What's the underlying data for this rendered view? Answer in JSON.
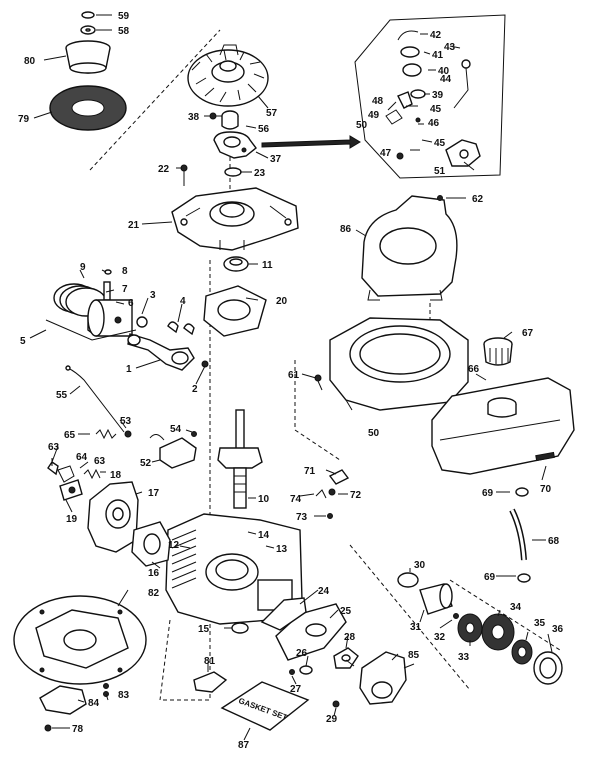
{
  "labels": [
    "59",
    "58",
    "80",
    "79",
    "57",
    "38",
    "56",
    "37",
    "22",
    "23",
    "21",
    "11",
    "86",
    "62",
    "42",
    "43",
    "41",
    "40",
    "44",
    "39",
    "48",
    "45",
    "49",
    "50",
    "46",
    "47",
    "45",
    "51",
    "9",
    "8",
    "7",
    "6",
    "3",
    "4",
    "5",
    "20",
    "1",
    "2",
    "61",
    "67",
    "66",
    "55",
    "53",
    "65",
    "54",
    "52",
    "63",
    "64",
    "18",
    "63",
    "19",
    "17",
    "10",
    "14",
    "13",
    "16",
    "12",
    "71",
    "74",
    "72",
    "73",
    "69",
    "70",
    "68",
    "30",
    "82",
    "24",
    "25",
    "15",
    "31",
    "32",
    "34",
    "35",
    "36",
    "33",
    "28",
    "26",
    "27",
    "85",
    "81",
    "84",
    "83",
    "78",
    "29",
    "87",
    "69",
    "50"
  ],
  "gasket_set_label": "GASKET SET"
}
